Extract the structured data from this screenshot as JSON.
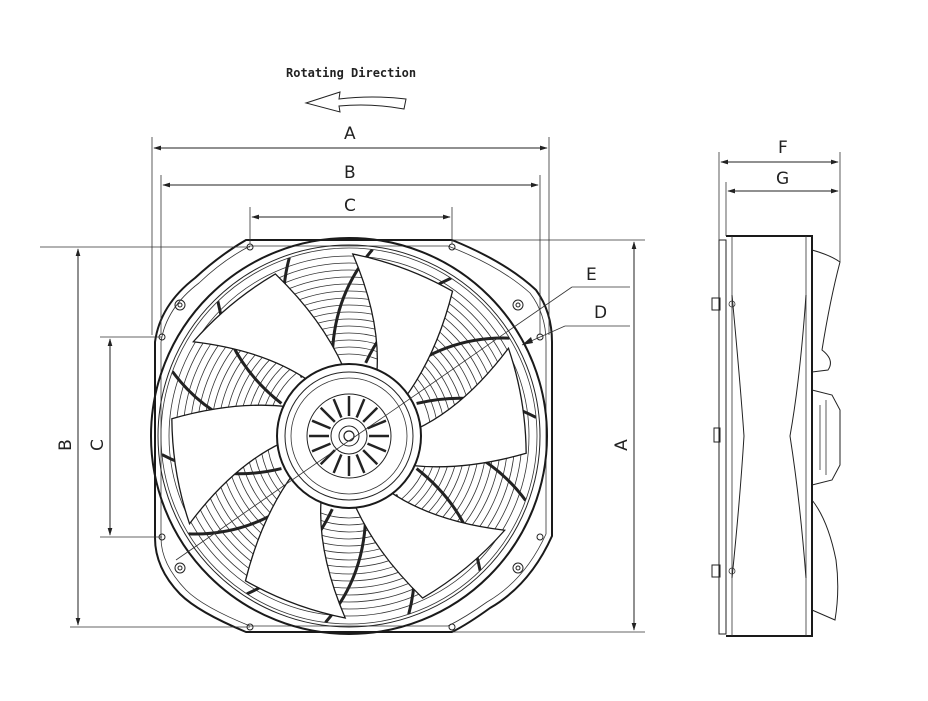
{
  "diagram": {
    "rotation_label": "Rotating Direction",
    "dimensions": {
      "A": "A",
      "B": "B",
      "C": "C",
      "D": "D",
      "E": "E",
      "F": "F",
      "G": "G"
    }
  }
}
